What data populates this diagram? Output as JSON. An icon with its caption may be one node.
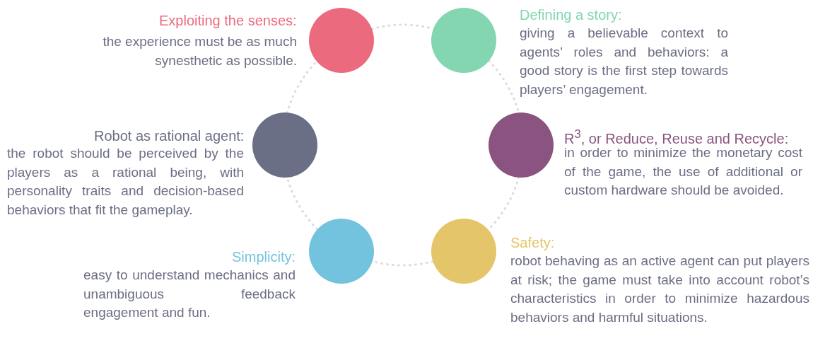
{
  "diagram": {
    "nodes": [
      {
        "text": [],
        "shape": "circle",
        "beside": [
          "Exploiting the senses:",
          "the experience must be as much synesthetic as possible."
        ]
      },
      {
        "text": [],
        "shape": "circle",
        "beside": [
          "Defining a story:",
          "giving a believable context to agents’ roles and behaviors: a good story is the first step towards players’ engagement."
        ]
      },
      {
        "text": [],
        "shape": "circle",
        "beside": [
          "Robot as rational agent:",
          "the robot should be perceived by the players as a rational being, with personality traits and decision-based behaviors that fit the gameplay."
        ]
      },
      {
        "text": [],
        "shape": "circle",
        "beside": [
          "R$^{3}$, or Reduce, Reuse and Recycle:",
          "in order to minimize the monetary cost of the game, the use of additional or custom hardware should be avoided."
        ]
      },
      {
        "text": [],
        "shape": "circle",
        "beside": [
          "Simplicity:",
          "easy to understand mechanics and unambiguous feedback engagement and fun."
        ]
      },
      {
        "text": [],
        "shape": "circle",
        "beside": [
          "Safety:",
          "robot behaving as an active agent can put players at risk; the game must take into account robot’s characteristics in order to minimize hazardous behaviors and harmful situations."
        ]
      }
    ],
    "edges": [
      {
        "from": 0,
        "to": 1,
        "arrow": "none",
        "style": "dashed"
      },
      {
        "from": 1,
        "to": 3,
        "arrow": "none",
        "style": "dashed"
      },
      {
        "from": 3,
        "to": 5,
        "arrow": "none",
        "style": "dashed"
      },
      {
        "from": 5,
        "to": 4,
        "arrow": "none",
        "style": "dashed"
      },
      {
        "from": 4,
        "to": 2,
        "arrow": "none",
        "style": "dashed"
      },
      {
        "from": 2,
        "to": 0,
        "arrow": "none",
        "style": "dashed"
      }
    ]
  }
}
